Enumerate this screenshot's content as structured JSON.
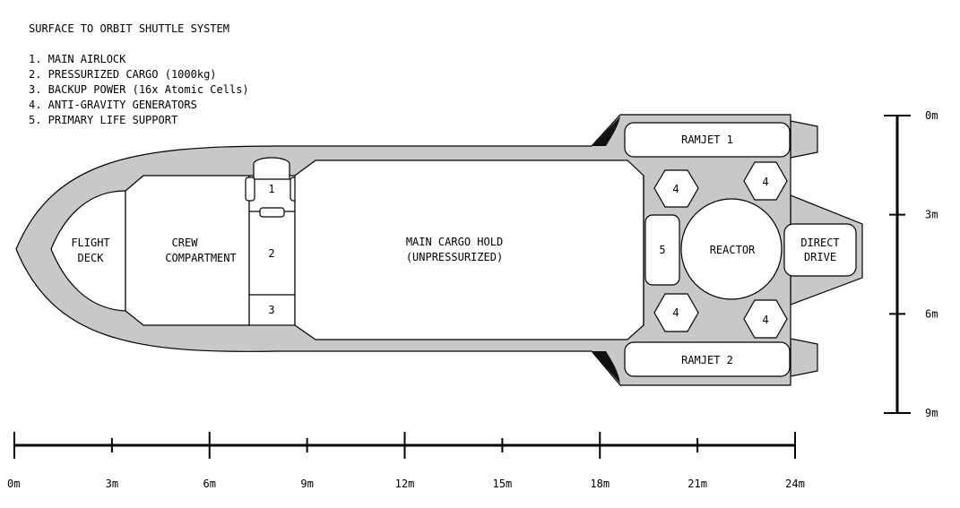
{
  "title": "SURFACE TO ORBIT SHUTTLE SYSTEM",
  "legend": [
    "1. MAIN AIRLOCK",
    "2. PRESSURIZED CARGO (1000kg)",
    "3. BACKUP POWER (16x Atomic Cells)",
    "4. ANTI-GRAVITY GENERATORS",
    "5. PRIMARY LIFE SUPPORT"
  ],
  "rooms": {
    "flight_deck": [
      "FLIGHT",
      "DECK"
    ],
    "crew_compartment": [
      "CREW",
      "COMPARTMENT"
    ],
    "main_cargo_hold": [
      "MAIN CARGO HOLD",
      "(UNPRESSURIZED)"
    ],
    "reactor": "REACTOR",
    "direct_drive": [
      "DIRECT",
      "DRIVE"
    ],
    "ramjet_1": "RAMJET 1",
    "ramjet_2": "RAMJET 2",
    "airlock": "1",
    "pressurized_cargo": "2",
    "backup_power": "3",
    "life_support": "5",
    "antigrav": "4"
  },
  "scale_horizontal": {
    "unit": "m",
    "ticks": [
      "0m",
      "3m",
      "6m",
      "9m",
      "12m",
      "15m",
      "18m",
      "21m",
      "24m"
    ]
  },
  "scale_vertical": {
    "unit": "m",
    "ticks": [
      "0m",
      "3m",
      "6m",
      "9m"
    ]
  },
  "colors": {
    "hull": "#c8c8c8",
    "room": "#ffffff",
    "line": "#000000"
  }
}
